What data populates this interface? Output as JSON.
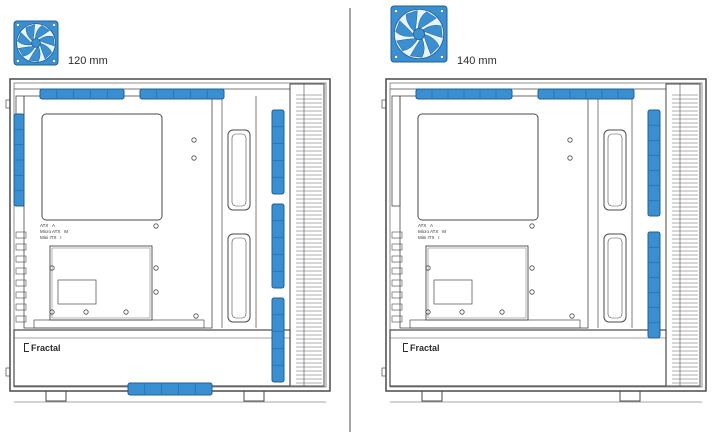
{
  "legend": {
    "left": {
      "label": "120 mm",
      "icon": "fan-icon",
      "color": "#3a8fd1"
    },
    "right": {
      "label": "140 mm",
      "icon": "fan-icon",
      "color": "#3a8fd1"
    }
  },
  "case": {
    "brand": "Fractal",
    "form_factors": [
      "ATX",
      "Micro ATX",
      "Mini ITX"
    ],
    "standoff_letters": [
      "A",
      "M",
      "I"
    ],
    "colors": {
      "outline": "#4a4a4a",
      "fan": "#3a8fd1",
      "fan_dark": "#1f5f96"
    }
  },
  "panels": {
    "left": {
      "fan_size": "120 mm"
    },
    "right": {
      "fan_size": "140 mm"
    }
  }
}
